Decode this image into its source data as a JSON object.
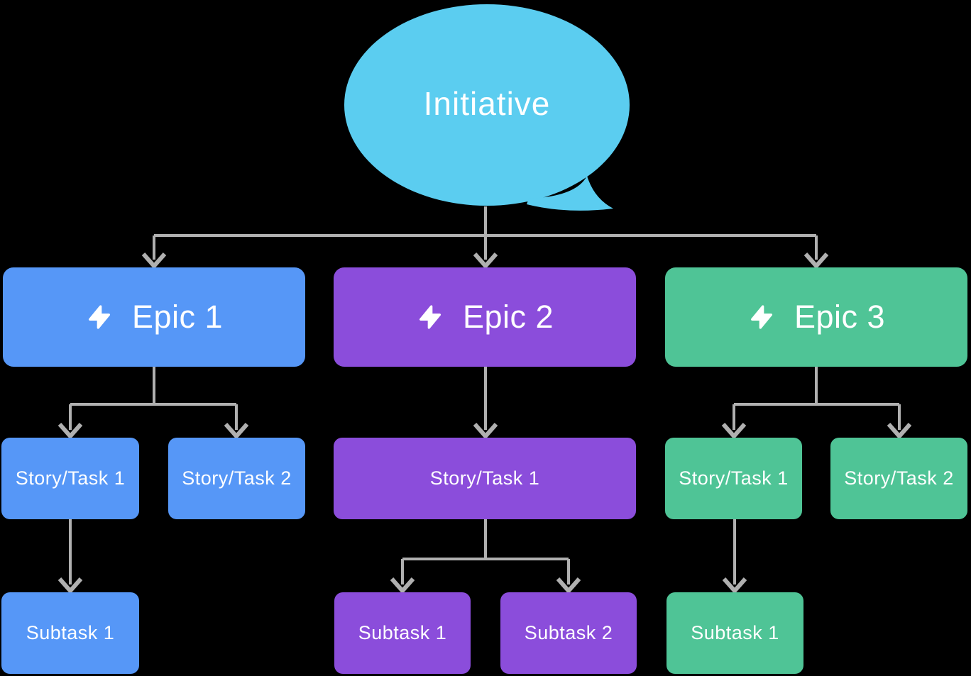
{
  "palette": {
    "background": "#000000",
    "initiative_fill": "#5BCDF0",
    "epic_blue": "#5697F7",
    "epic_purple": "#8B4DDB",
    "epic_green": "#4FC496",
    "connector_gray": "#B0B0B0",
    "label_text": "#FFFFFF"
  },
  "diagram": {
    "root": {
      "label": "Initiative",
      "shape": "speech-bubble"
    },
    "columns": [
      {
        "epic": {
          "label": "Epic 1",
          "icon": "lightning-bolt-icon",
          "color": "#5697F7"
        },
        "stories": [
          {
            "label": "Story/Task 1"
          },
          {
            "label": "Story/Task 2"
          }
        ],
        "subtasks": [
          {
            "label": "Subtask 1"
          }
        ]
      },
      {
        "epic": {
          "label": "Epic 2",
          "icon": "lightning-bolt-icon",
          "color": "#8B4DDB"
        },
        "stories": [
          {
            "label": "Story/Task 1"
          }
        ],
        "subtasks": [
          {
            "label": "Subtask 1"
          },
          {
            "label": "Subtask 2"
          }
        ]
      },
      {
        "epic": {
          "label": "Epic 3",
          "icon": "lightning-bolt-icon",
          "color": "#4FC496"
        },
        "stories": [
          {
            "label": "Story/Task 1"
          },
          {
            "label": "Story/Task 2"
          }
        ],
        "subtasks": [
          {
            "label": "Subtask 1"
          }
        ]
      }
    ]
  }
}
